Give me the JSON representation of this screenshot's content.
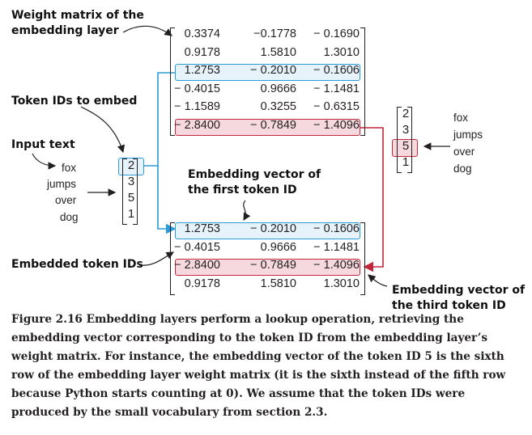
{
  "labels": {
    "weight_matrix": "Weight matrix of the\nembedding layer",
    "token_ids": "Token IDs to embed",
    "input_text": "Input text",
    "embedding_first": "Embedding vector of\nthe first token ID",
    "embedded_ids": "Embedded token IDs",
    "embedding_third": "Embedding vector of\nthe third token ID"
  },
  "input_words": [
    "fox",
    "jumps",
    "over",
    "dog"
  ],
  "token_ids": [
    "2",
    "3",
    "5",
    "1"
  ],
  "weight_matrix": [
    [
      "0.3374",
      "−0.1778",
      "− 0.1690"
    ],
    [
      "0.9178",
      "1.5810",
      "1.3010"
    ],
    [
      "1.2753",
      "− 0.2010",
      "− 0.1606"
    ],
    [
      "− 0.4015",
      "0.9666",
      "− 1.1481"
    ],
    [
      "− 1.1589",
      "0.3255",
      "− 0.6315"
    ],
    [
      "− 2.8400",
      "− 0.7849",
      "− 1.4096"
    ]
  ],
  "embedded_matrix": [
    [
      "1.2753",
      "− 0.2010",
      "− 0.1606"
    ],
    [
      "− 0.4015",
      "0.9666",
      "− 1.1481"
    ],
    [
      "− 2.8400",
      "− 0.7849",
      "− 1.4096"
    ],
    [
      "0.9178",
      "1.5810",
      "1.3010"
    ]
  ],
  "colors": {
    "blue": "#2a9bd6",
    "red": "#c2273c",
    "blue_fill": "#e7f3fb",
    "red_fill": "#f6d9df"
  },
  "caption": "Figure 2.16 Embedding layers perform a lookup operation, retrieving the embedding vector corresponding to the token ID from the embedding layer’s weight matrix. For instance, the embedding vector of the token ID 5 is the sixth row of the embedding layer weight matrix (it is the sixth instead of the fifth row because Python starts counting at 0). We assume that the token IDs were produced by the small vocabulary from section 2.3."
}
